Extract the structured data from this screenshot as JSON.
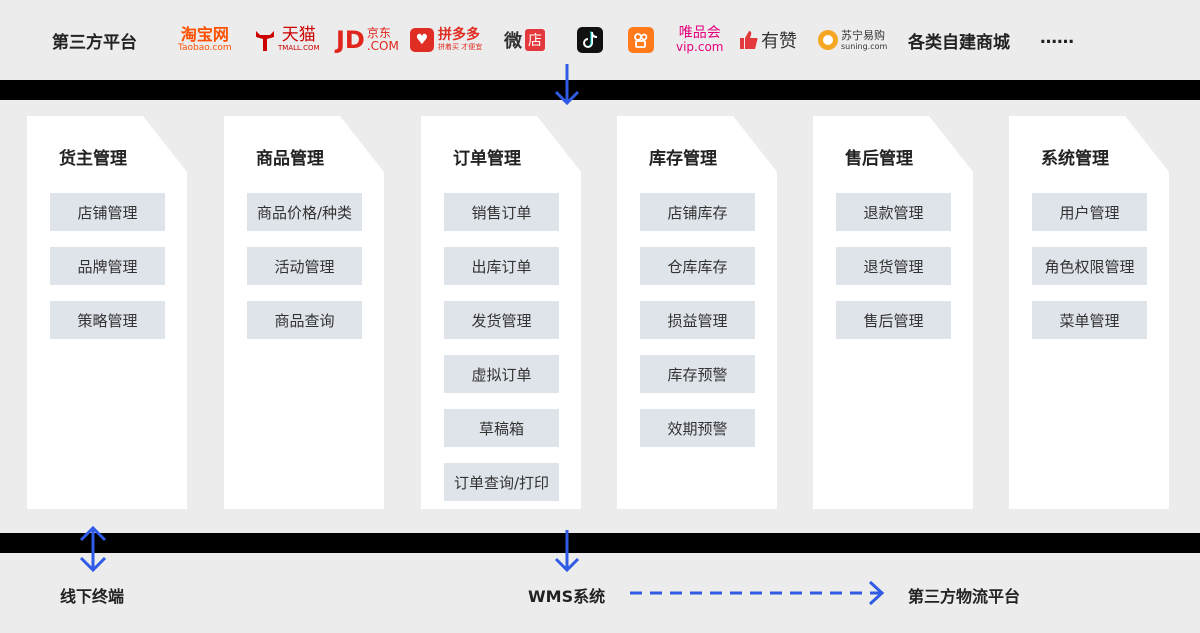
{
  "top": {
    "title": "第三方平台",
    "platforms": [
      {
        "name": "taobao",
        "text": "淘宝网",
        "sub": "Taobao.com",
        "color": "#ff5000"
      },
      {
        "name": "tmall",
        "text": "天猫",
        "sub": "TMALL.COM",
        "color": "#cc0000"
      },
      {
        "name": "jd",
        "text": "JD",
        "suffix": "京东",
        "sub": ".COM",
        "color": "#e1251b"
      },
      {
        "name": "pinduoduo",
        "text": "拼多多",
        "sub": "拼着买 才便宜",
        "color": "#e02e24"
      },
      {
        "name": "weidian",
        "text": "微",
        "box": "店",
        "color": "#e4393c"
      },
      {
        "name": "tiktok",
        "icon": "tiktok-icon"
      },
      {
        "name": "kuaishou",
        "icon": "kuaishou-icon",
        "color": "#ff7a1a"
      },
      {
        "name": "vip",
        "text": "唯品会",
        "sub": "vip.com",
        "color": "#e6007e"
      },
      {
        "name": "youzan",
        "text": "有赞",
        "icon": "thumb-up-icon",
        "color": "#e4393c"
      },
      {
        "name": "suning",
        "text": "苏宁易购",
        "sub": "suning.com",
        "color": "#f5a623"
      },
      {
        "name": "self-built",
        "text": "各类自建商城"
      },
      {
        "name": "more",
        "text": "……"
      }
    ]
  },
  "modules": [
    {
      "title": "货主管理",
      "items": [
        "店铺管理",
        "品牌管理",
        "策略管理"
      ]
    },
    {
      "title": "商品管理",
      "items": [
        "商品价格/种类",
        "活动管理",
        "商品查询"
      ]
    },
    {
      "title": "订单管理",
      "items": [
        "销售订单",
        "出库订单",
        "发货管理",
        "虚拟订单",
        "草稿箱",
        "订单查询/打印"
      ]
    },
    {
      "title": "库存管理",
      "items": [
        "店铺库存",
        "仓库库存",
        "损益管理",
        "库存预警",
        "效期预警"
      ]
    },
    {
      "title": "售后管理",
      "items": [
        "退款管理",
        "退货管理",
        "售后管理"
      ]
    },
    {
      "title": "系统管理",
      "items": [
        "用户管理",
        "角色权限管理",
        "菜单管理"
      ]
    }
  ],
  "bottom": {
    "offline": "线下终端",
    "wms": "WMS系统",
    "logistics": "第三方物流平台"
  },
  "colors": {
    "arrow": "#2f5be6",
    "bar": "#000000",
    "item_bg": "#dfe3ea"
  }
}
